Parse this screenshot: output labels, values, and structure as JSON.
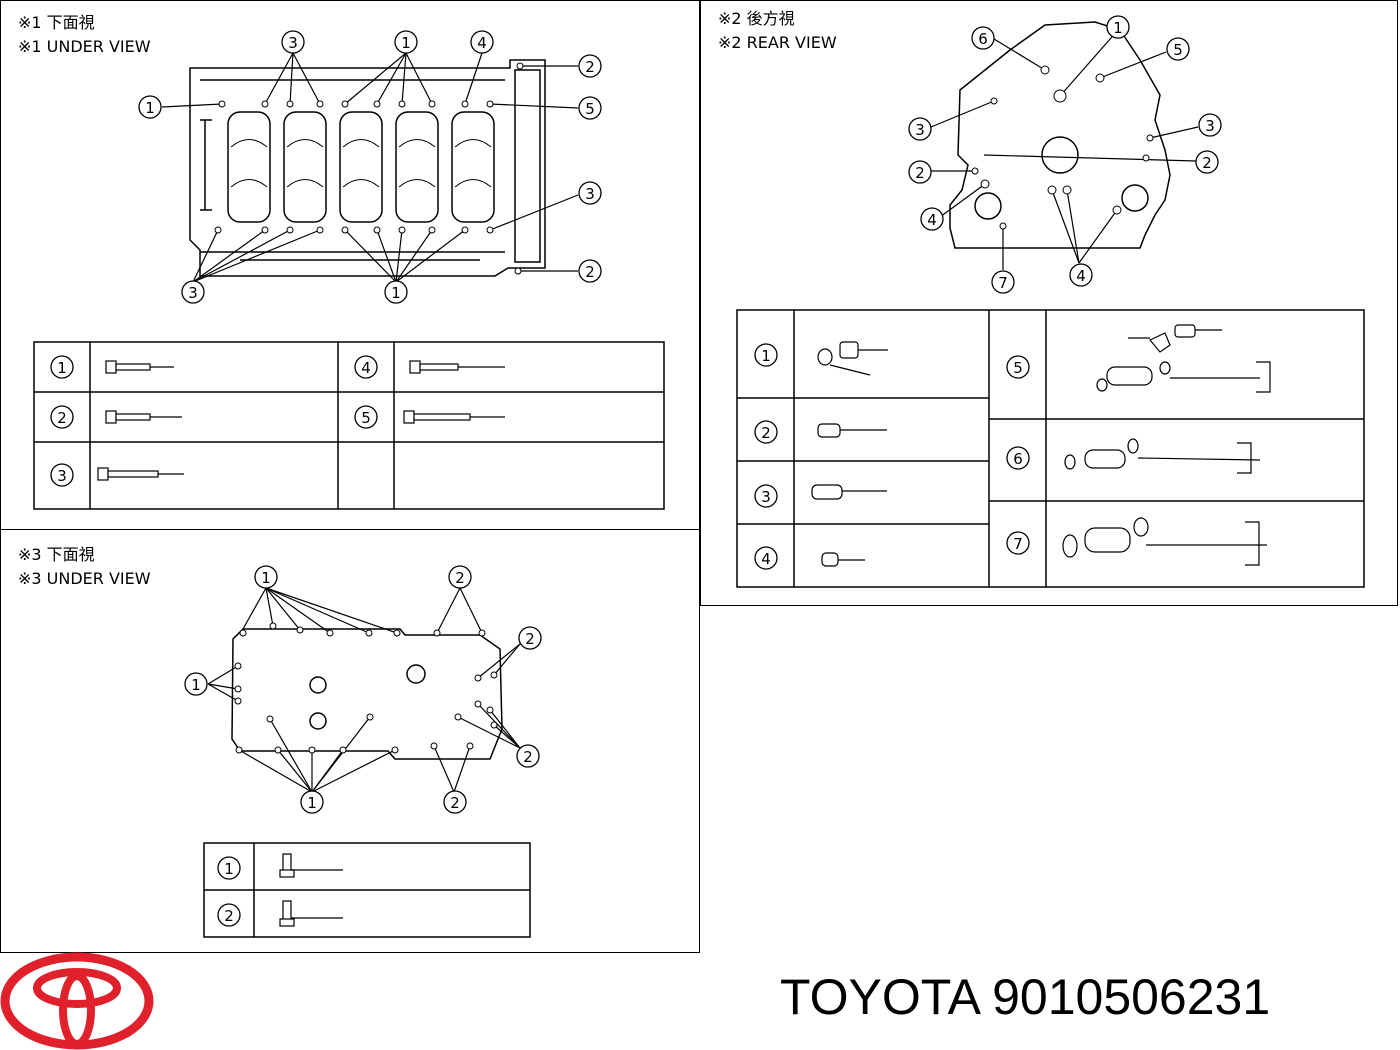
{
  "sections": {
    "s1": {
      "title_jp": "※1 下面視",
      "title_en": "※1 UNDER VIEW"
    },
    "s2": {
      "title_jp": "※2 後方視",
      "title_en": "※2 REAR VIEW"
    },
    "s3": {
      "title_jp": "※3 下面視",
      "title_en": "※3 UNDER VIEW"
    }
  },
  "callouts": [
    "1",
    "2",
    "3",
    "4",
    "5",
    "6",
    "7"
  ],
  "brand": {
    "name": "TOYOTA 9010506231",
    "logo_color": "#e0202a"
  }
}
